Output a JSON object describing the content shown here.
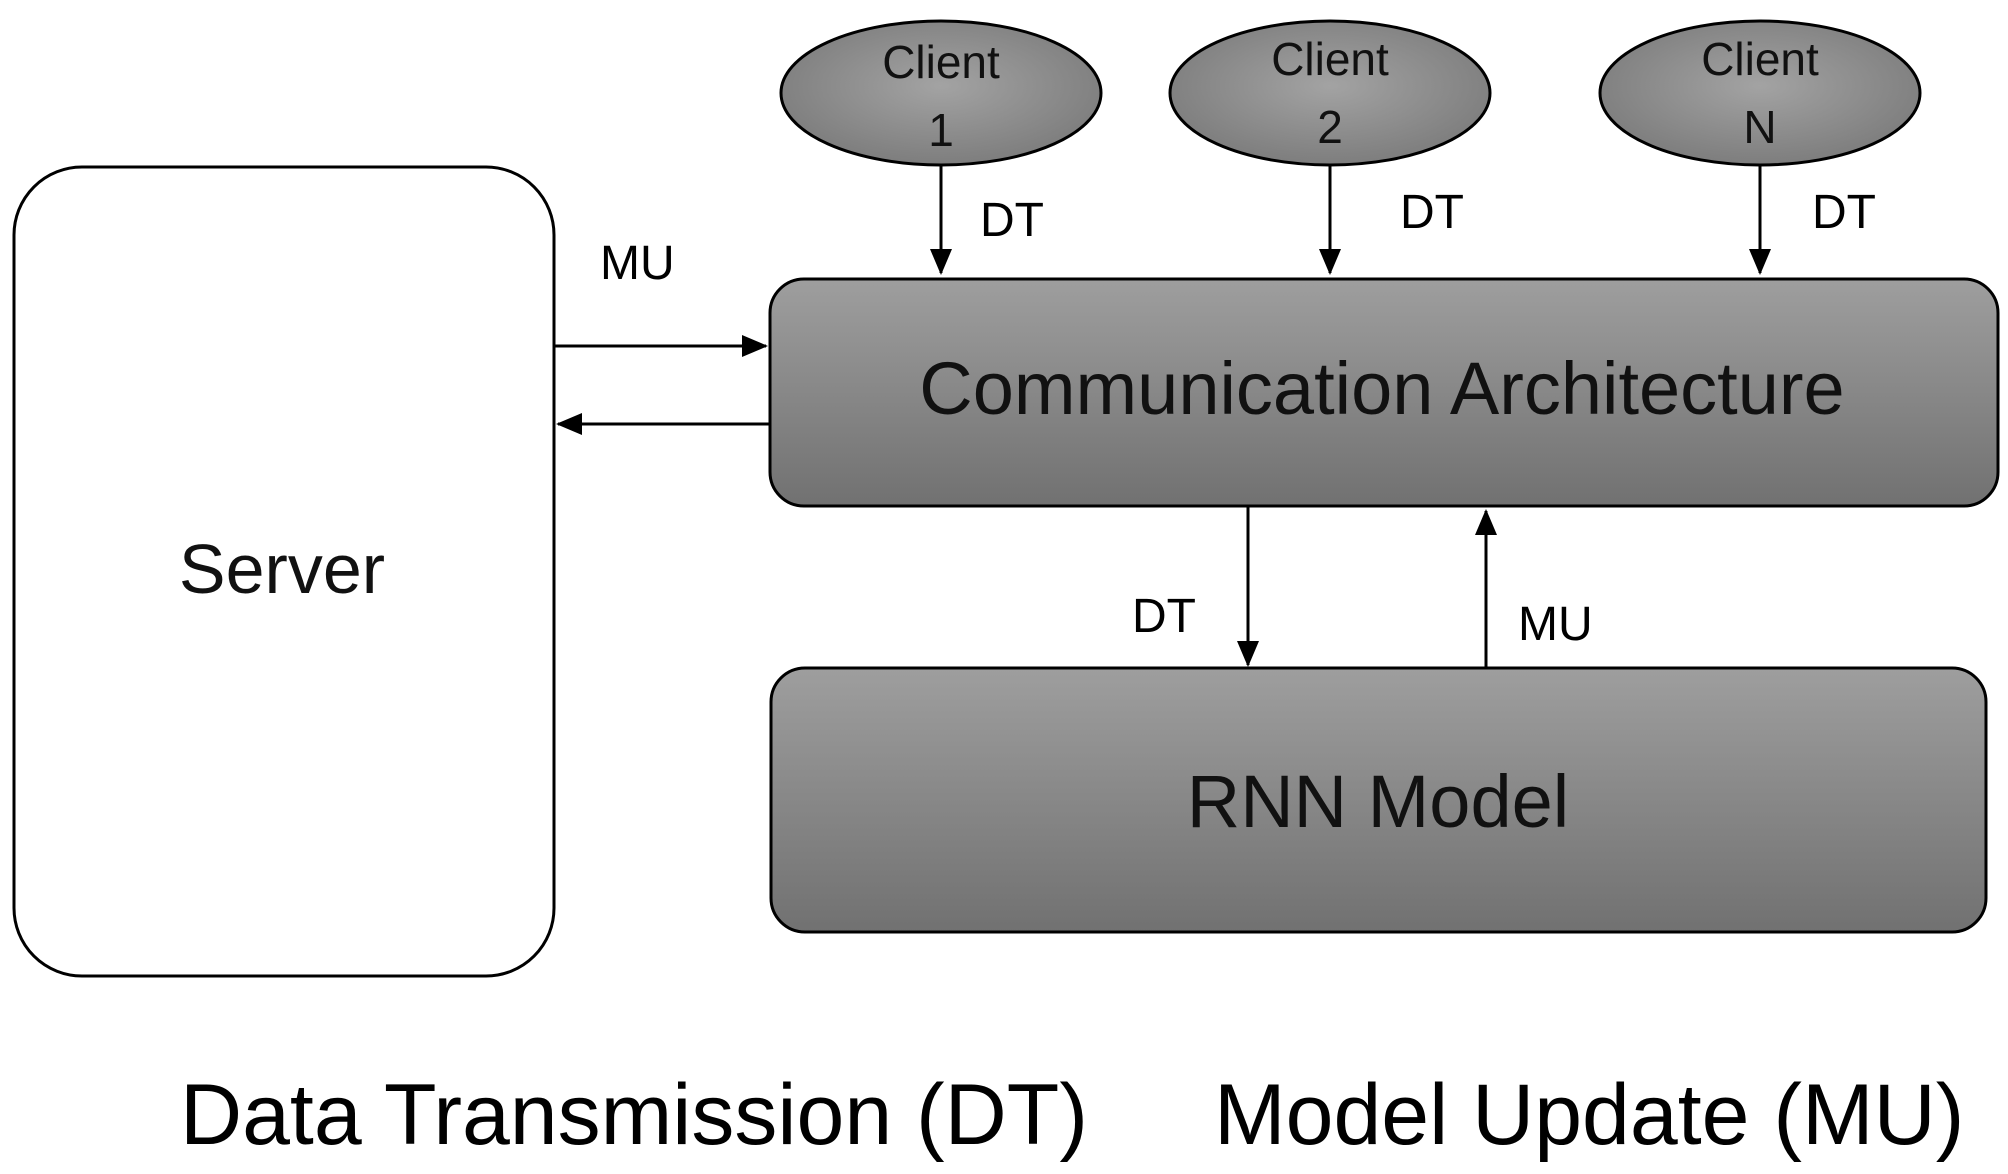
{
  "nodes": {
    "server": {
      "label": "Server"
    },
    "communication": {
      "label": "Communication Architecture"
    },
    "rnn": {
      "label": "RNN Model"
    },
    "clients": [
      {
        "line1": "Client",
        "line2": "1"
      },
      {
        "line1": "Client",
        "line2": "2"
      },
      {
        "line1": "Client",
        "line2": "N"
      }
    ]
  },
  "edges": {
    "client1_to_comm": "DT",
    "client2_to_comm": "DT",
    "clientN_to_comm": "DT",
    "server_comm_exchange": "MU",
    "comm_to_rnn": "DT",
    "rnn_to_comm": "MU"
  },
  "legend": {
    "dt": "Data Transmission (DT)",
    "mu": "Model Update (MU)"
  },
  "colors": {
    "box_fill_light": "#9a9a9a",
    "box_fill_dark": "#6f6f6f",
    "server_fill": "#ffffff",
    "stroke": "#000000"
  }
}
